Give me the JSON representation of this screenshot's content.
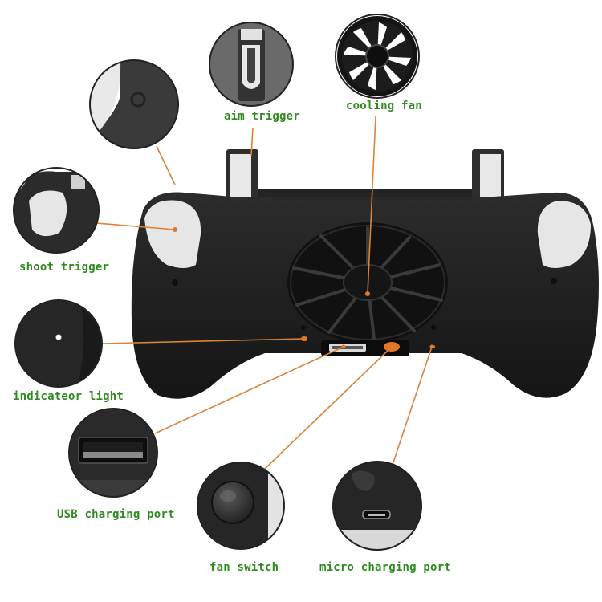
{
  "labels": {
    "aim_trigger": "aim trigger",
    "cooling_fan": "cooling fan",
    "shoot_trigger": "shoot trigger",
    "indicator_light": "indicateor light",
    "usb_port": "USB charging port",
    "fan_switch": "fan switch",
    "micro_port": "micro charging port"
  },
  "colors": {
    "label": "#2f8a1f",
    "leader": "#d9843a",
    "body": "#1e1e1e",
    "accent_orange": "#e0782c"
  },
  "icons": [
    "cooling-fan-icon",
    "usb-port-icon",
    "fan-switch-icon",
    "micro-port-icon",
    "indicator-light-icon"
  ]
}
